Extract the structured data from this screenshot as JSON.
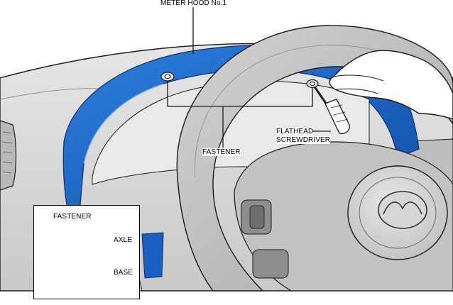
{
  "title": "METER HOOD No.1",
  "labels": {
    "fastener_main": "FASTENER",
    "tool_line1": "FLATHEAD",
    "tool_line2": "SCREWDRIVER"
  },
  "inset": {
    "title": "FASTENER",
    "axle": "AXLE",
    "base": "BASE"
  },
  "colors": {
    "highlight_blue": "#1565c8",
    "dash_gray": "#d6d6d6",
    "wheel_gray": "#c4c4c4",
    "outline": "#1a1a1a"
  }
}
